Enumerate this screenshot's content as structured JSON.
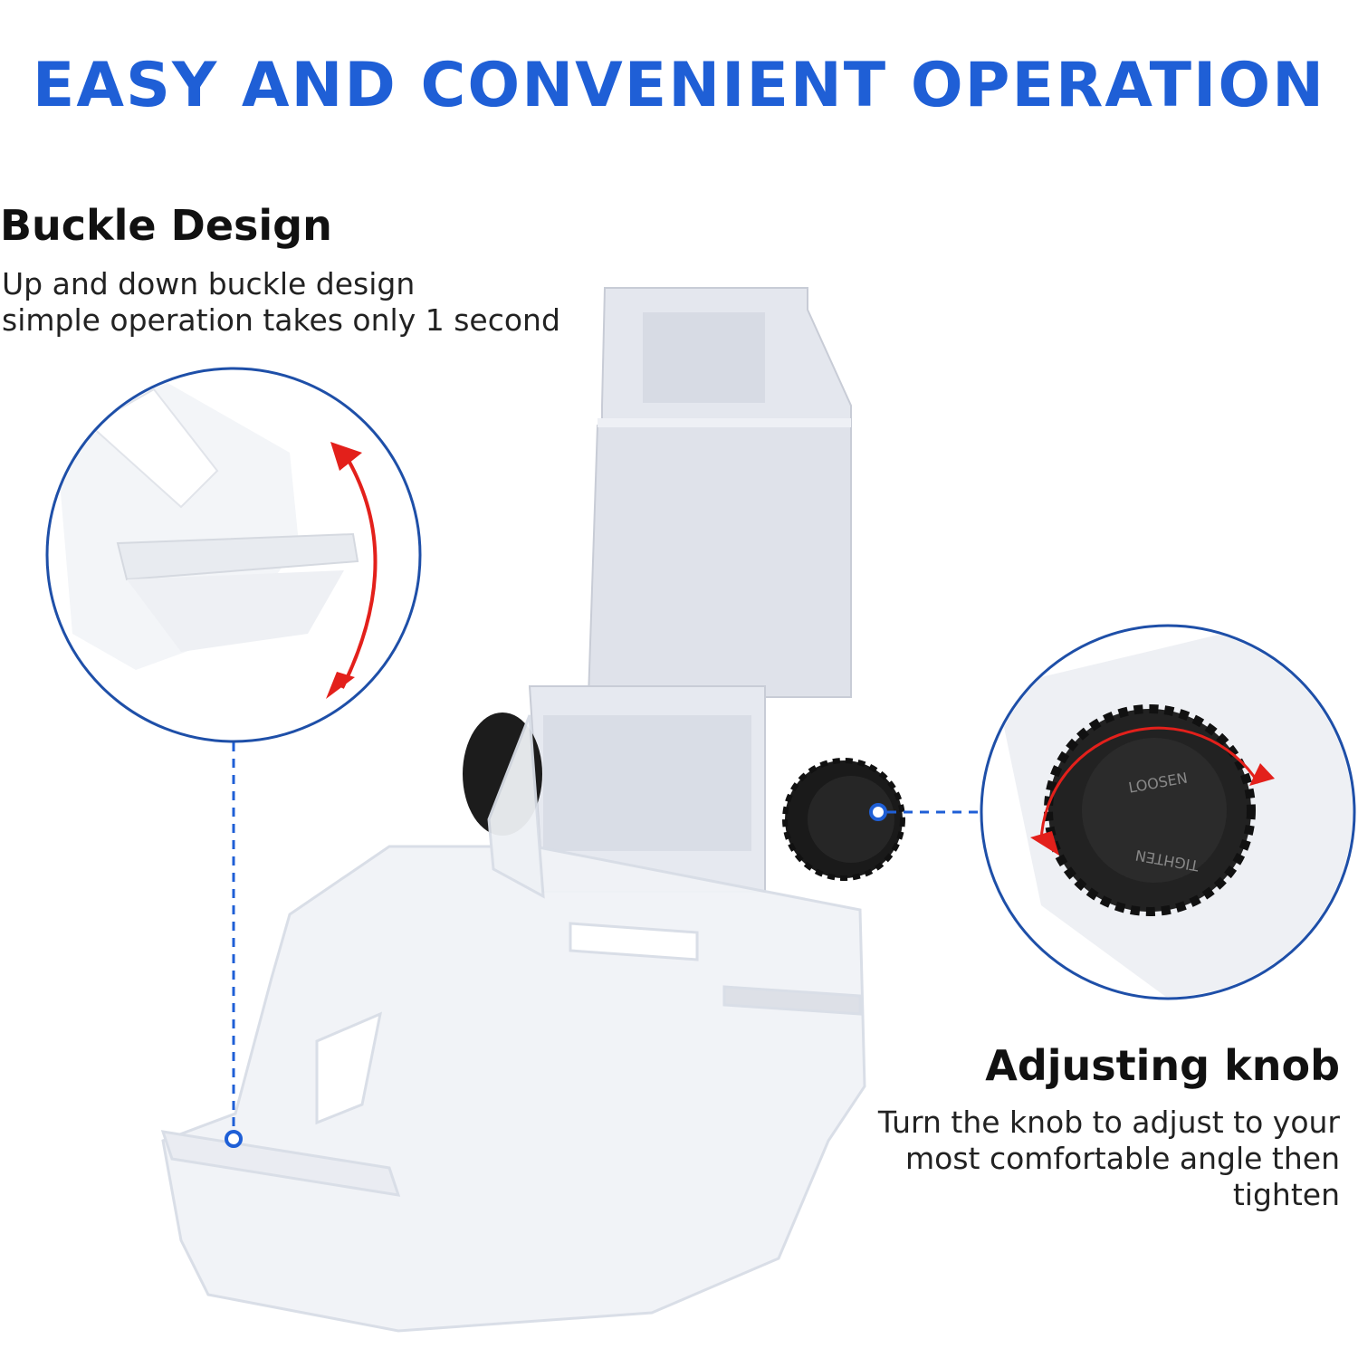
{
  "headline": "EASY AND CONVENIENT OPERATION",
  "buckle": {
    "title": "Buckle Design",
    "lines": [
      "Up and down buckle design",
      "simple operation takes only 1 second"
    ]
  },
  "knob": {
    "title": "Adjusting knob",
    "lines": [
      "Turn the knob to adjust to your",
      "most comfortable angle then",
      "tighten"
    ],
    "label_loosen": "LOOSEN",
    "label_tighten": "TIGHTEN"
  },
  "colors": {
    "headline_blue": "#1f5fd6",
    "circle_border": "#1e4fa8",
    "arrow_red": "#e3201b",
    "knob_black": "#1a1a1a",
    "holder_grey": "#dfe2ea"
  },
  "icons": {
    "buckle_arrow": "curved-double-arrow-icon",
    "knob_arrow": "rotate-double-arrow-icon"
  }
}
